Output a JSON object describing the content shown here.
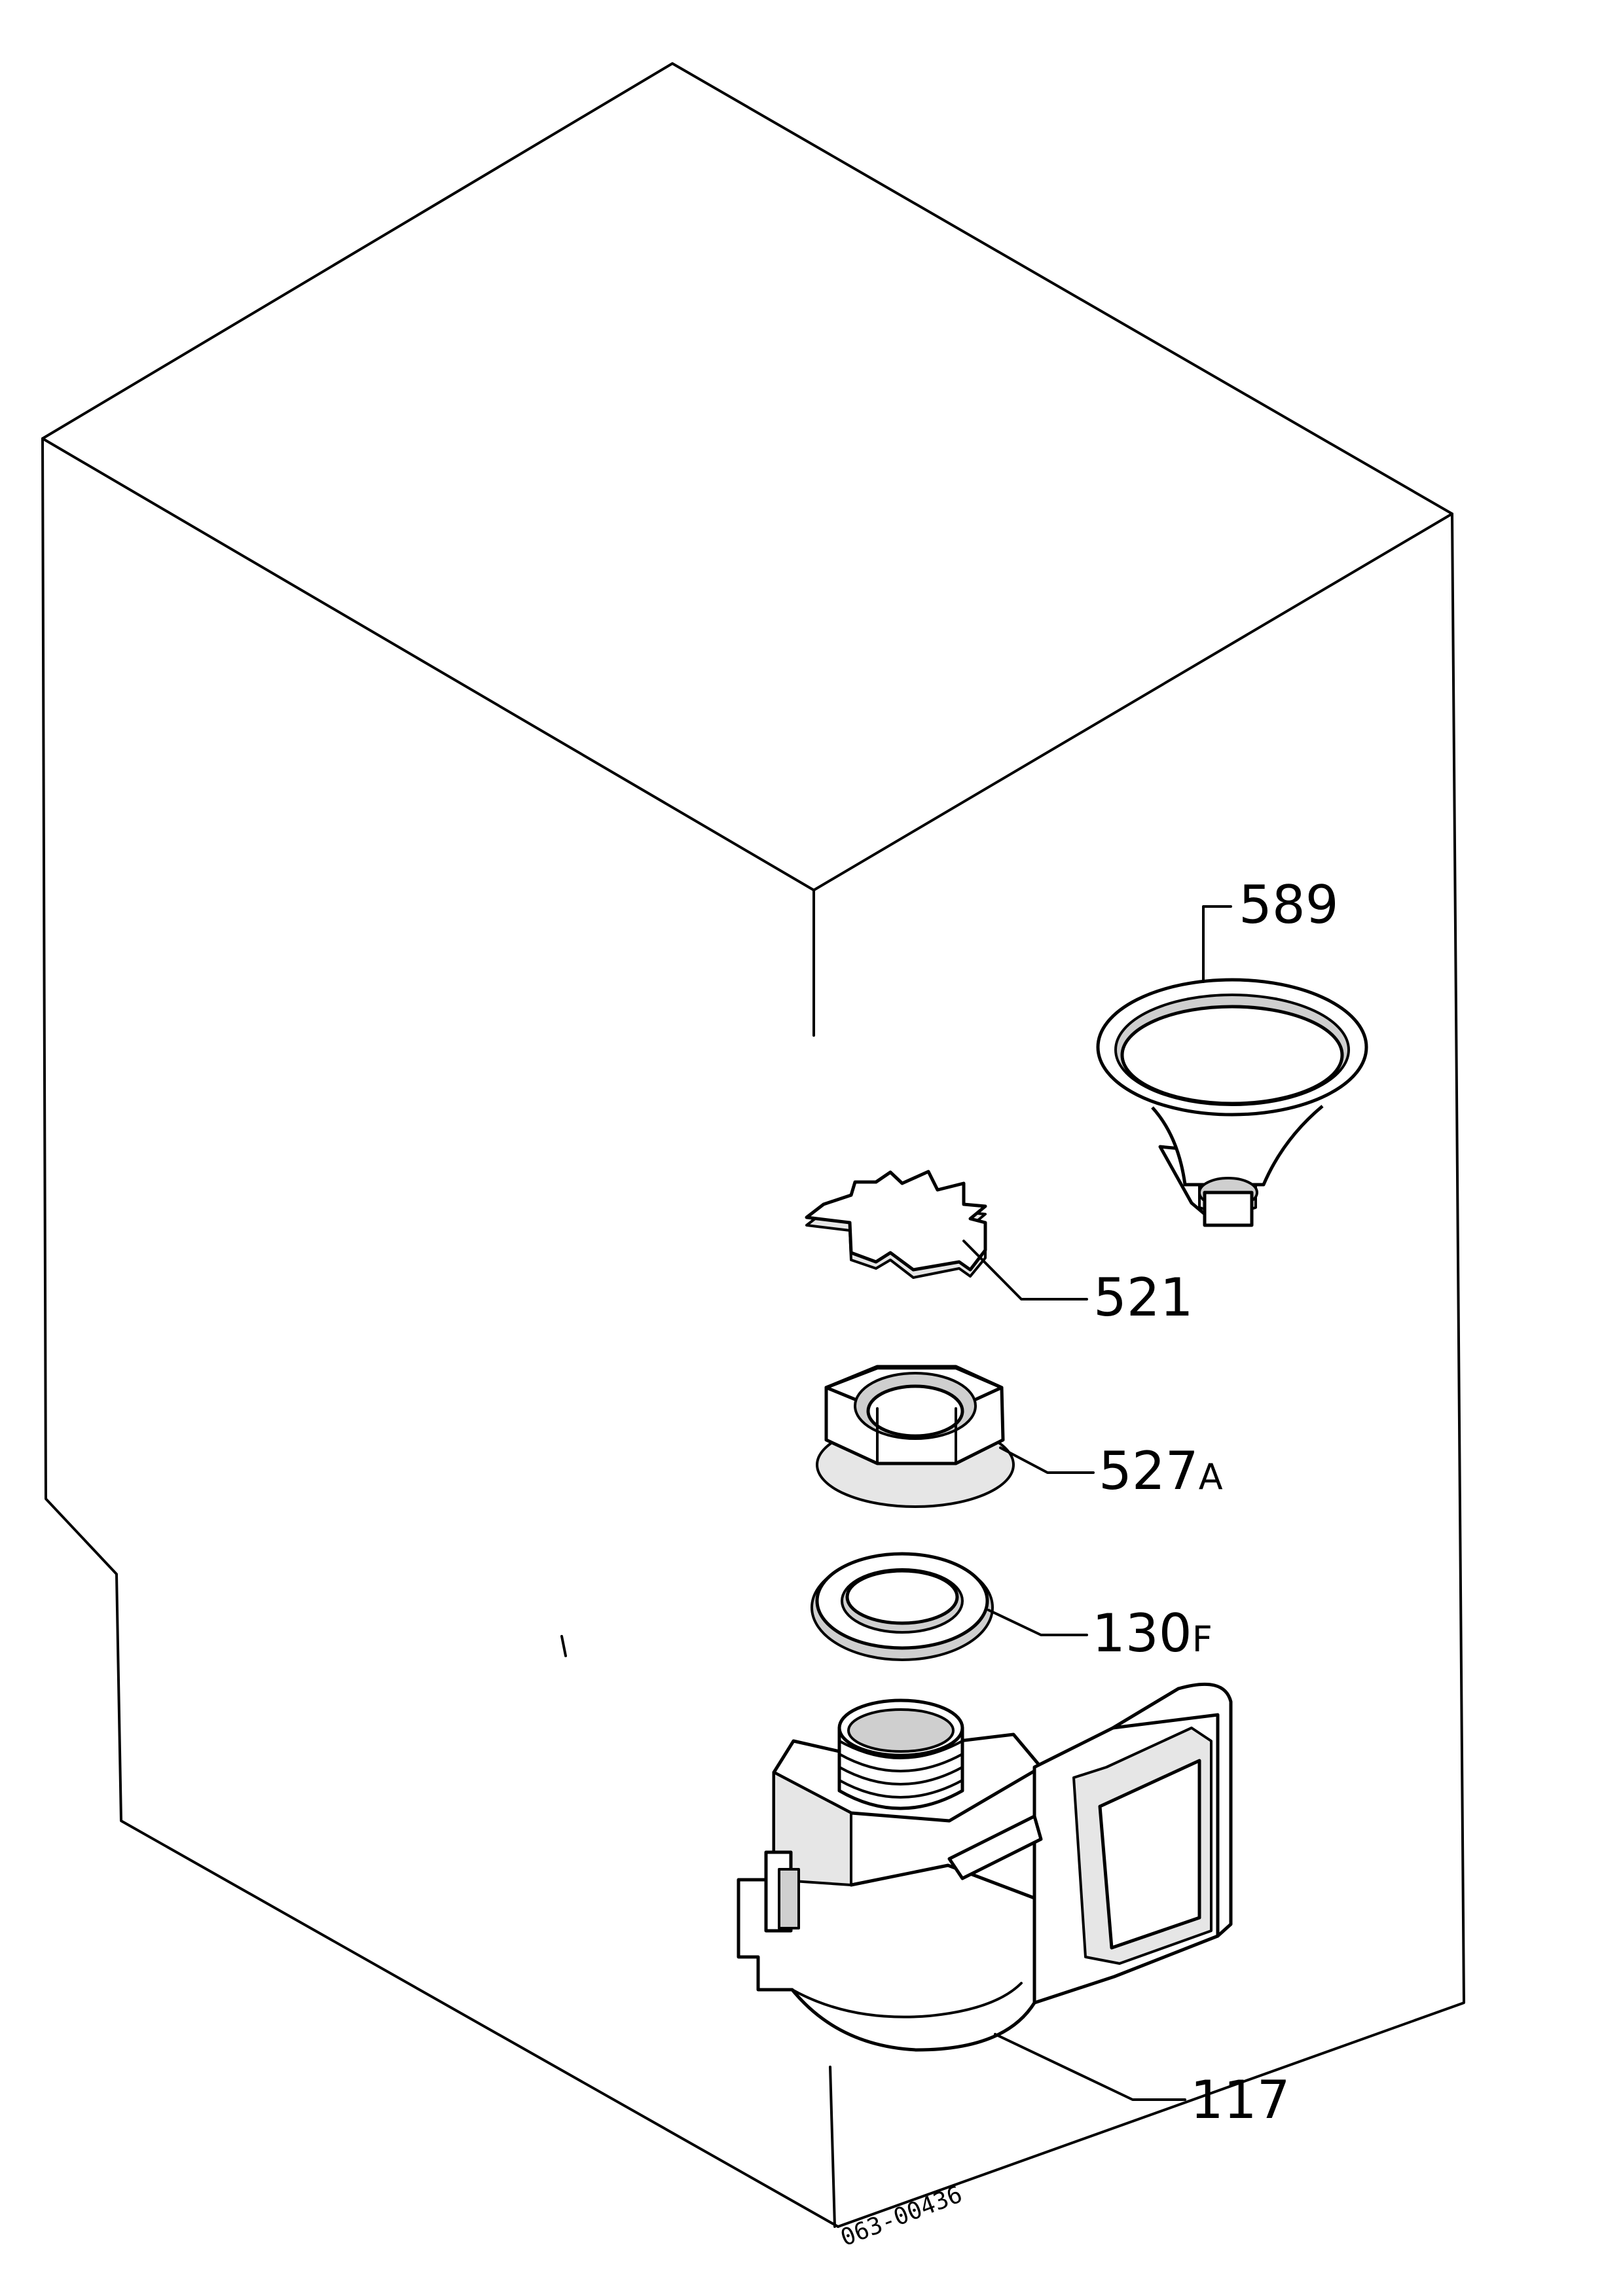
{
  "figure_code": "063-00436",
  "callouts": [
    {
      "id": "p589",
      "number": "589",
      "suffix": ""
    },
    {
      "id": "p521",
      "number": "521",
      "suffix": ""
    },
    {
      "id": "p527a",
      "number": "527",
      "suffix": "A"
    },
    {
      "id": "p130f",
      "number": "130",
      "suffix": "F"
    },
    {
      "id": "p117",
      "number": "117",
      "suffix": ""
    }
  ]
}
